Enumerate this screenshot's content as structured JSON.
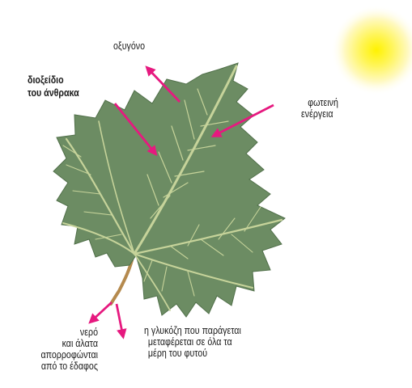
{
  "labels": {
    "oxygen": "οξυγόνο",
    "co2_line1": "διοξείδιο",
    "co2_line2": "του άνθρακα",
    "light_line1": "φωτεινή",
    "light_line2": "ενέργεια",
    "water_line1": "νερό",
    "water_line2": "και άλατα",
    "water_line3": "απορροφώνται",
    "water_line4": "από το έδαφος",
    "glucose_line1": "η γλυκόζη που παράγεται",
    "glucose_line2": "μεταφέρεται σε όλα τα",
    "glucose_line3": "μέρη του φυτού"
  },
  "colors": {
    "leaf": "#6c8c63",
    "leaf_edge": "#51704a",
    "vein": "#c6d39a",
    "stem": "#b58a4e",
    "arrow": "#e6197f",
    "sun_core": "#fff200",
    "sun_glow": "#fff8c8"
  }
}
